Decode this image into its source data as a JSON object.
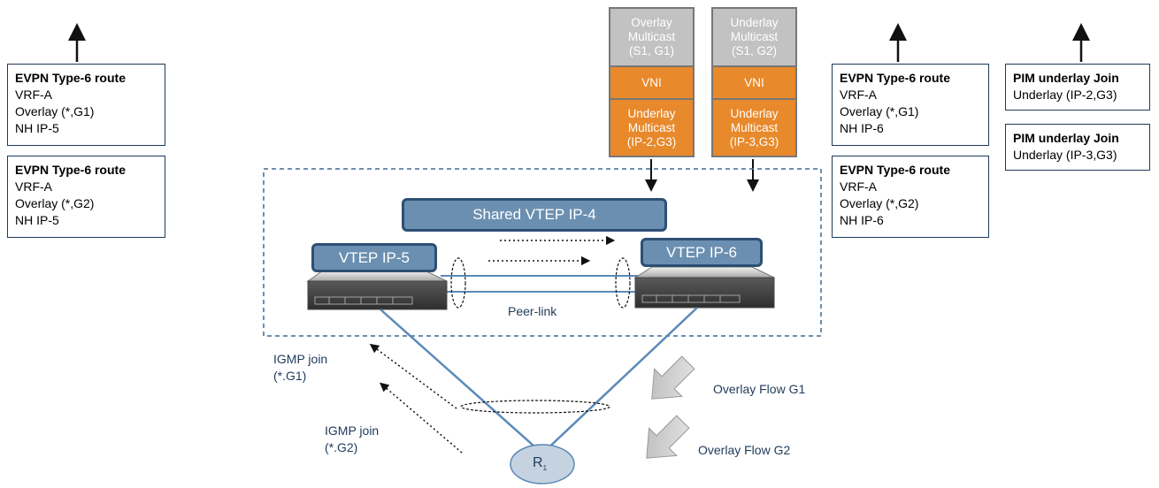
{
  "route_boxes_left": [
    {
      "title": "EVPN Type-6 route",
      "lines": [
        "VRF-A",
        "Overlay (*,G1)",
        "NH IP-5"
      ]
    },
    {
      "title": "EVPN Type-6 route",
      "lines": [
        "VRF-A",
        "Overlay (*,G2)",
        "NH IP-5"
      ]
    }
  ],
  "route_boxes_right": [
    {
      "title": "EVPN Type-6 route",
      "lines": [
        "VRF-A",
        "Overlay (*,G1)",
        "NH IP-6"
      ]
    },
    {
      "title": "EVPN Type-6 route",
      "lines": [
        "VRF-A",
        "Overlay (*,G2)",
        "NH IP-6"
      ]
    }
  ],
  "pim_boxes": [
    {
      "title": "PIM underlay Join",
      "lines": [
        "Underlay (IP-2,G3)"
      ]
    },
    {
      "title": "PIM underlay Join",
      "lines": [
        "Underlay (IP-3,G3)"
      ]
    }
  ],
  "packet_stacks": [
    {
      "overlay": "Overlay\nMulticast\n(S1, G1)",
      "vni": "VNI",
      "underlay": "Underlay\nMulticast\n(IP-2,G3)"
    },
    {
      "overlay": "Underlay\nMulticast\n(S1, G2)",
      "vni": "VNI",
      "underlay": "Underlay\nMulticast\n(IP-3,G3)"
    }
  ],
  "vteps": {
    "shared": "Shared VTEP IP-4",
    "left": "VTEP IP-5",
    "right": "VTEP IP-6"
  },
  "peer_link_label": "Peer-link",
  "igmp_joins": [
    {
      "line1": "IGMP join",
      "line2": "(*.G1)"
    },
    {
      "line1": "IGMP join",
      "line2": "(*.G2)"
    }
  ],
  "overlay_flows": [
    "Overlay Flow G1",
    "Overlay Flow G2"
  ],
  "receiver": {
    "label": "R",
    "subscript": "1"
  },
  "colors": {
    "navy": "#1f3a5a",
    "vtep_blue": "#6b8fb0",
    "link_blue": "#5b8ab8",
    "orange": "#e8892b",
    "gray_segment": "#c2c2c2",
    "receiver_fill": "#c5d3e0"
  }
}
